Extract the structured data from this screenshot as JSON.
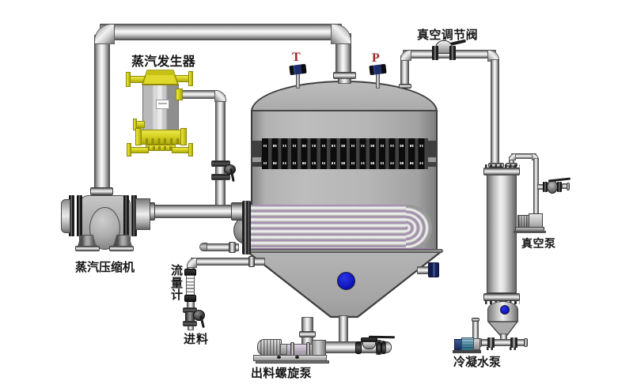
{
  "diagram": {
    "type": "process-flow-diagram",
    "subject": "MVR evaporator system",
    "equipment_labels": {
      "steam_generator": "蒸汽发生器",
      "vacuum_regulating_valve": "真空调节阀",
      "steam_compressor": "蒸汽压缩机",
      "flow_meter": "流量计",
      "feed_inlet": "进料",
      "discharge_screw_pump": "出料螺旋泵",
      "condensate_pump": "冷凝水泵",
      "vacuum_pump": "真空泵"
    },
    "instruments": {
      "temperature_tag": "T",
      "pressure_tag": "P"
    },
    "colors": {
      "background": "#ffffff",
      "vessel_gray": "#b5b5b5",
      "outline": "#3c3c3c",
      "sight_glass_blue": "#0f16c4",
      "equipment_yellow": "#dcd826",
      "coil_violet": "#b28ab9",
      "instrument_navy": "#1d2e6b",
      "tag_red": "#9c2525",
      "pump_teal": "#4b8ba3",
      "label_text": "#161616"
    }
  }
}
